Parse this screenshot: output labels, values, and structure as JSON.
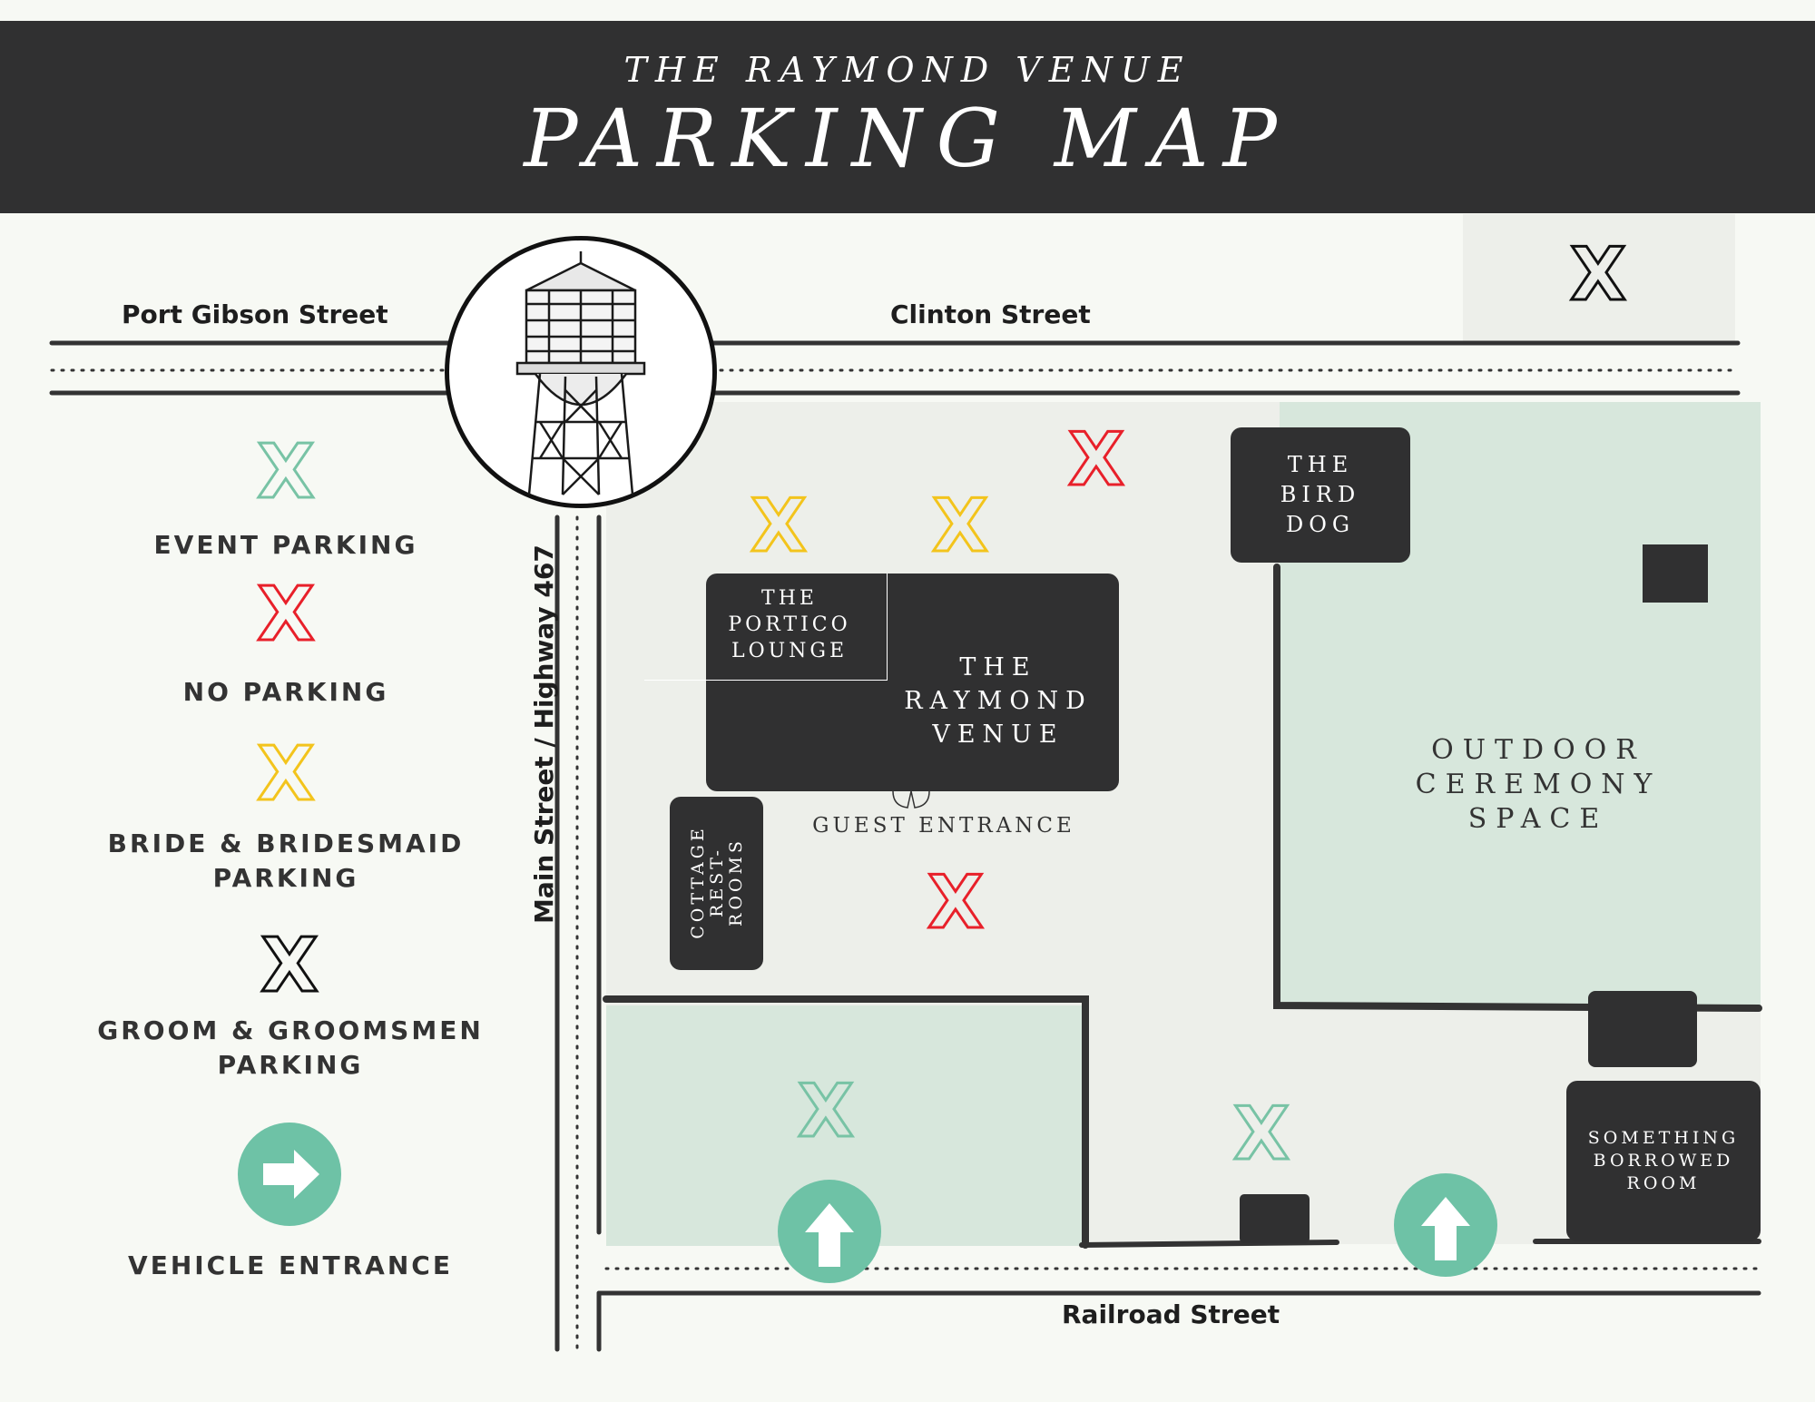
{
  "header": {
    "subtitle": "THE RAYMOND VENUE",
    "title": "PARKING MAP"
  },
  "streets": {
    "port_gibson": "Port Gibson Street",
    "clinton": "Clinton Street",
    "main": "Main Street / Highway 467",
    "railroad": "Railroad Street"
  },
  "legend": {
    "event": "EVENT PARKING",
    "no_parking": "NO PARKING",
    "bride": "BRIDE & BRIDESMAID PARKING",
    "groom": "GROOM & GROOMSMEN PARKING",
    "entrance": "VEHICLE ENTRANCE"
  },
  "buildings": {
    "portico": "THE PORTICO LOUNGE",
    "raymond": "THE RAYMOND VENUE",
    "bird_dog": "THE BIRD DOG",
    "cottage": "COTTAGE REST- ROOMS",
    "something_borrowed": "SOMETHING BORROWED ROOM",
    "outdoor": "OUTDOOR CEREMONY SPACE",
    "guest_entrance": "GUEST ENTRANCE"
  },
  "mark_glyph": "X",
  "colors": {
    "event": "#78c3a5",
    "no_parking": "#e8202a",
    "bride": "#f3c41c",
    "groom": "#111111",
    "entrance": "#6ec2a6",
    "building": "#303031",
    "lot": "#edefea",
    "lawn": "#d7e7dc"
  },
  "icons": [
    "water-tower-icon",
    "arrow-right-icon",
    "arrow-up-icon",
    "x-mark-icon"
  ]
}
